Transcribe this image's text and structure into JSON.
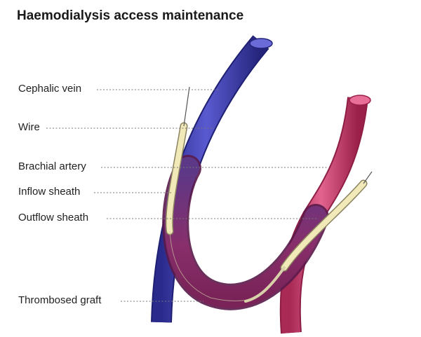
{
  "title": "Haemodialysis access maintenance",
  "labels": {
    "cephalic_vein": "Cephalic vein",
    "wire": "Wire",
    "brachial_artery": "Brachial artery",
    "inflow_sheath": "Inflow sheath",
    "outflow_sheath": "Outflow sheath",
    "thrombosed_graft": "Thrombosed graft"
  },
  "colors": {
    "vein": "#3a3aa8",
    "artery": "#c8426e",
    "graft": "#7a2f72",
    "sheath": "#f2e9b8",
    "wire": "#555555",
    "leader": "#777777"
  }
}
